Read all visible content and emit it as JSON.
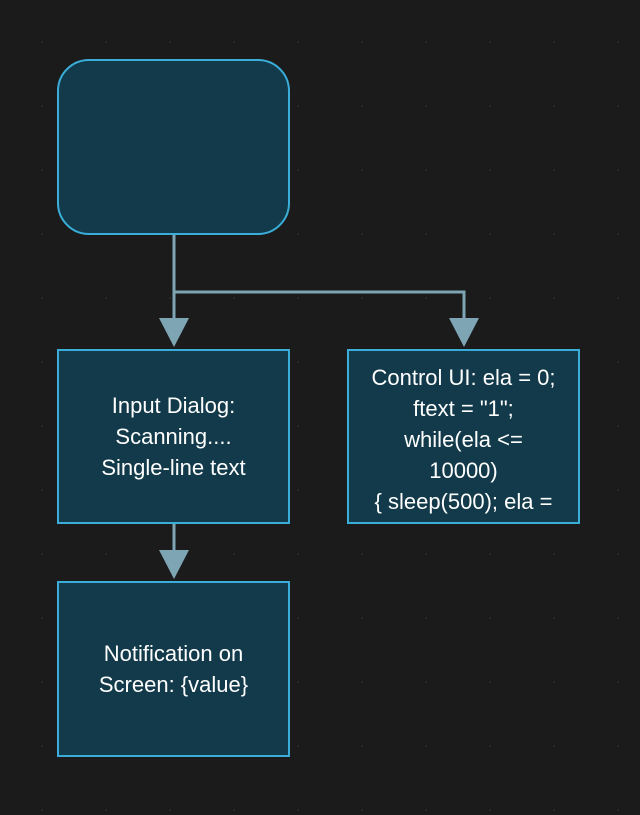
{
  "colors": {
    "background": "#1b1b1b",
    "node_fill": "#123a4a",
    "node_border": "#3aaed8",
    "connector": "#7da5b3",
    "text": "#ffffff"
  },
  "nodes": {
    "start": {
      "label": ""
    },
    "input_dialog": {
      "label": "Input Dialog:\nScanning....\nSingle-line text"
    },
    "control_ui": {
      "label": "Control UI: ela = 0;\nftext = \"1\";\nwhile(ela <=\n10000)\n{ sleep(500); ela ="
    },
    "notification": {
      "label": "Notification on\nScreen: {value}"
    }
  },
  "edges": [
    {
      "from": "start",
      "to": "input_dialog"
    },
    {
      "from": "start",
      "to": "control_ui"
    },
    {
      "from": "input_dialog",
      "to": "notification"
    }
  ]
}
